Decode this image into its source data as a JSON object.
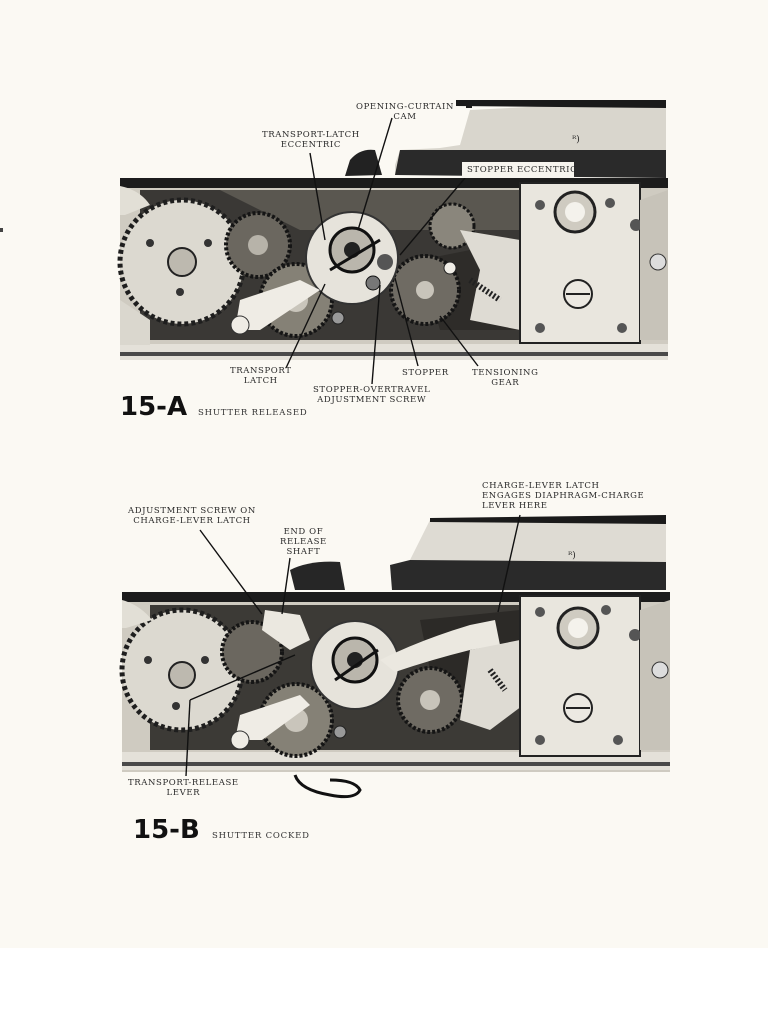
{
  "figures": [
    {
      "number": "15-A",
      "caption": "SHUTTER RELEASED",
      "callouts": {
        "opening_curtain_cam": [
          "OPENING-CURTAIN",
          "CAM"
        ],
        "transport_latch_eccentric": [
          "TRANSPORT-LATCH",
          "ECCENTRIC"
        ],
        "stopper_eccentric": [
          "STOPPER ECCENTRIC"
        ],
        "transport_latch": [
          "TRANSPORT",
          "LATCH"
        ],
        "stopper_overtravel": [
          "STOPPER-OVERTRAVEL",
          "ADJUSTMENT SCREW"
        ],
        "stopper": [
          "STOPPER"
        ],
        "tensioning_gear": [
          "TENSIONING",
          "GEAR"
        ]
      }
    },
    {
      "number": "15-B",
      "caption": "SHUTTER COCKED",
      "callouts": {
        "adjustment_screw": [
          "ADJUSTMENT SCREW ON",
          "CHARGE-LEVER LATCH"
        ],
        "end_of_release_shaft": [
          "END OF",
          "RELEASE",
          "SHAFT"
        ],
        "charge_lever_latch": [
          "CHARGE-LEVER LATCH",
          "ENGAGES DIAPHRAGM-CHARGE",
          "LEVER HERE"
        ],
        "transport_release_lever": [
          "TRANSPORT-RELEASE",
          "LEVER"
        ]
      }
    }
  ],
  "colors": {
    "paper": "#fbf9f3",
    "ink": "#111111",
    "metal_light": "#dedbd2",
    "metal_dark": "#1a1a1a"
  }
}
